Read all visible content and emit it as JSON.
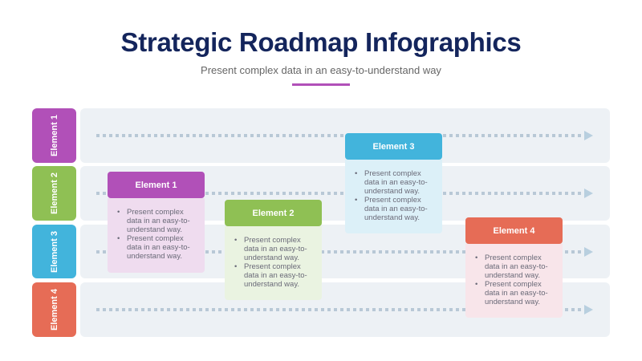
{
  "header": {
    "title": "Strategic Roadmap Infographics",
    "subtitle": "Present complex data in an easy-to-understand way",
    "accent_color": "#b150b8"
  },
  "rows": [
    {
      "label": "Element 1",
      "color": "#b150b8"
    },
    {
      "label": "Element 2",
      "color": "#8fc054"
    },
    {
      "label": "Element 3",
      "color": "#42b4dc"
    },
    {
      "label": "Element 4",
      "color": "#e66c56"
    }
  ],
  "cards": [
    {
      "title": "Element 1",
      "head_color": "#b150b8",
      "body_color": "#efdcef",
      "bullets": [
        "Present complex data in an easy-to-understand way.",
        "Present complex data in an easy-to-understand way."
      ]
    },
    {
      "title": "Element 2",
      "head_color": "#8fc054",
      "body_color": "#eaf3e1",
      "bullets": [
        "Present complex data in an easy-to-understand way.",
        "Present complex data in an easy-to-understand way."
      ]
    },
    {
      "title": "Element 3",
      "head_color": "#42b4dc",
      "body_color": "#dcf0f8",
      "bullets": [
        "Present complex data in an easy-to-understand way.",
        "Present complex data in an easy-to-understand way."
      ]
    },
    {
      "title": "Element 4",
      "head_color": "#e66c56",
      "body_color": "#f8e5ea",
      "bullets": [
        "Present complex data in an easy-to-understand way.",
        "Present complex data in an easy-to-understand way."
      ]
    }
  ]
}
